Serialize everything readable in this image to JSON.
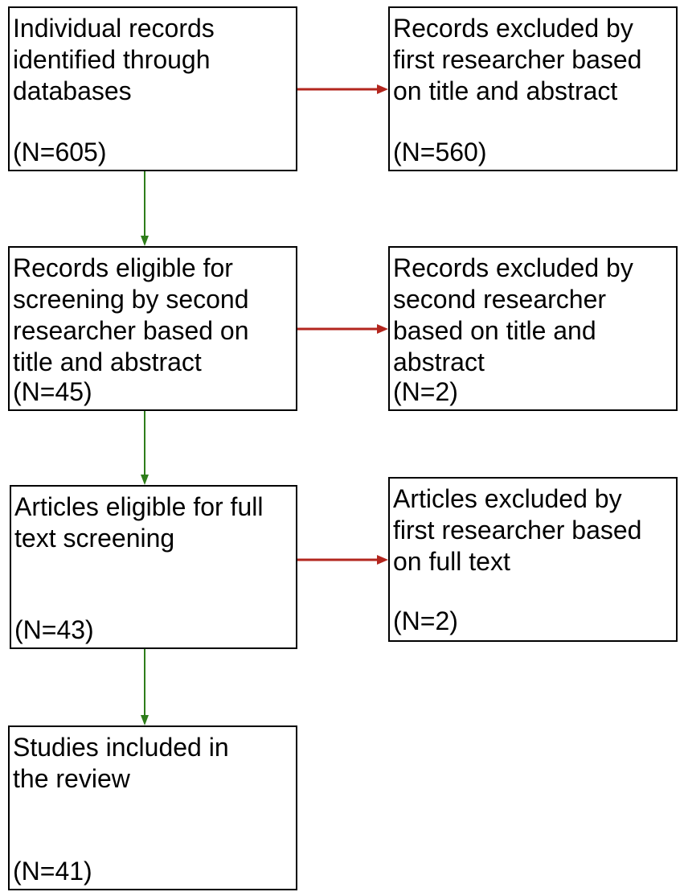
{
  "colors": {
    "exclusion_arrow": "#b3261e",
    "flow_arrow": "#2e7d1a",
    "box_border": "#000000"
  },
  "boxes": {
    "identified": {
      "label": "Individual records\nidentified through\ndatabases",
      "count": "(N=605)"
    },
    "excluded_first": {
      "label": "Records excluded by\nfirst researcher based\non title and abstract",
      "count": "(N=560)"
    },
    "eligible_second": {
      "label": "Records eligible for\nscreening by second\nresearcher based on\ntitle and abstract",
      "count": "(N=45)"
    },
    "excluded_second": {
      "label": "Records excluded by\nsecond researcher\nbased on title and\nabstract",
      "count": "(N=2)"
    },
    "eligible_fulltext": {
      "label": "Articles eligible for full\ntext screening",
      "count": "(N=43)"
    },
    "excluded_fulltext": {
      "label": "Articles excluded by\nfirst researcher based\non full text",
      "count": "(N=2)"
    },
    "included": {
      "label": "Studies included in\nthe review",
      "count": "(N=41)"
    }
  }
}
